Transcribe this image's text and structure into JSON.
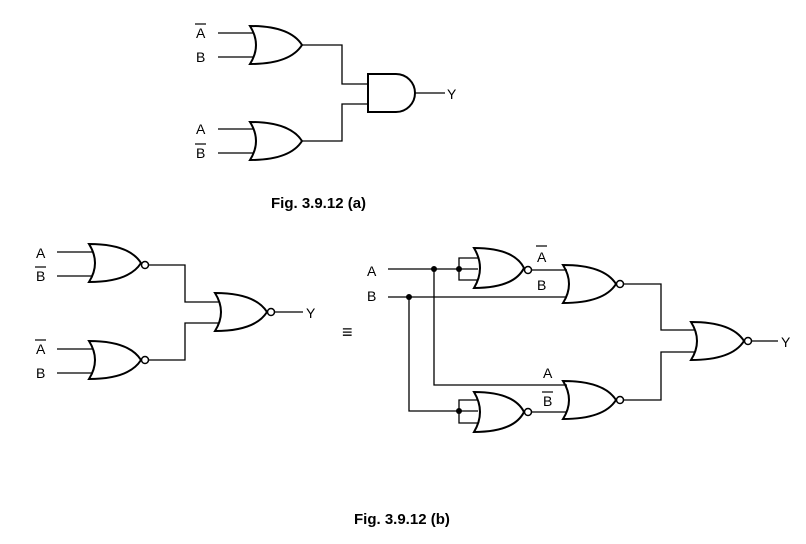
{
  "fig_a": {
    "caption": "Fig. 3.9.12 (a)",
    "gate1_inputs": [
      "A",
      "B"
    ],
    "gate2_inputs": [
      "A",
      "B"
    ],
    "output": "Y"
  },
  "fig_b": {
    "caption": "Fig. 3.9.12 (b)",
    "left": {
      "gate1_inputs": [
        "A",
        "B"
      ],
      "gate2_inputs": [
        "A",
        "B"
      ],
      "output": "Y"
    },
    "equivalence_symbol": "≡",
    "right": {
      "input_a": "A",
      "input_b": "B",
      "inv_a_out": "A",
      "gate_top_in_b": "B",
      "gate_bottom_in_a": "A",
      "inv_b_out": "B",
      "output": "Y"
    }
  }
}
